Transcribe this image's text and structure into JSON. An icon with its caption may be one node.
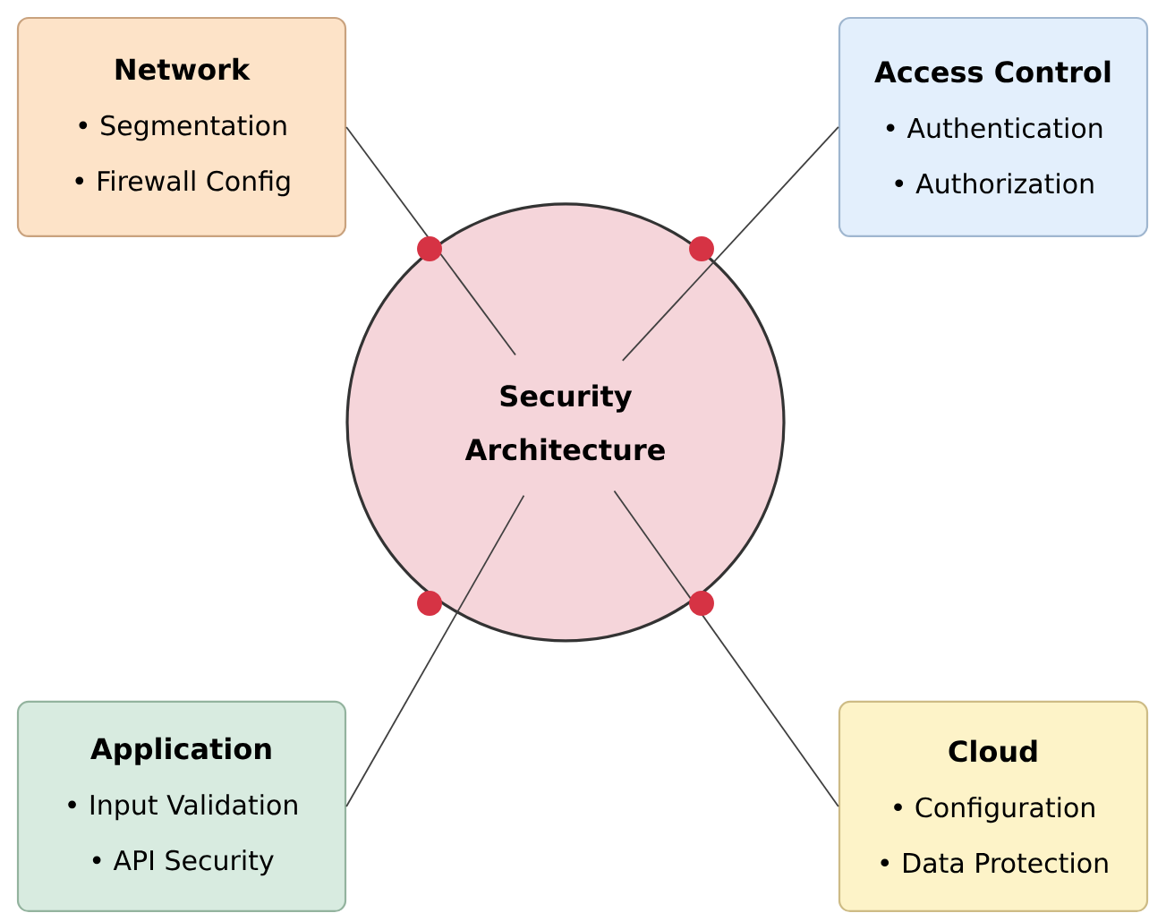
{
  "diagram": {
    "nodes": [
      {
        "text": [
          "Security Architecture"
        ]
      },
      {
        "text": [
          "Network",
          "• Segmentation",
          "• Firewall Config"
        ]
      },
      {
        "text": [
          "Access Control",
          "• Authentication",
          "• Authorization"
        ]
      },
      {
        "text": [
          "Application",
          "• Input Validation",
          "• API Security"
        ]
      },
      {
        "text": [
          "Cloud",
          "• Configuration",
          "• Data Protection"
        ]
      }
    ],
    "edges": [
      {
        "from": 0,
        "to": 1,
        "arrow": "none"
      },
      {
        "from": 0,
        "to": 2,
        "arrow": "none"
      },
      {
        "from": 0,
        "to": 3,
        "arrow": "none"
      },
      {
        "from": 0,
        "to": 4,
        "arrow": "none"
      }
    ]
  }
}
